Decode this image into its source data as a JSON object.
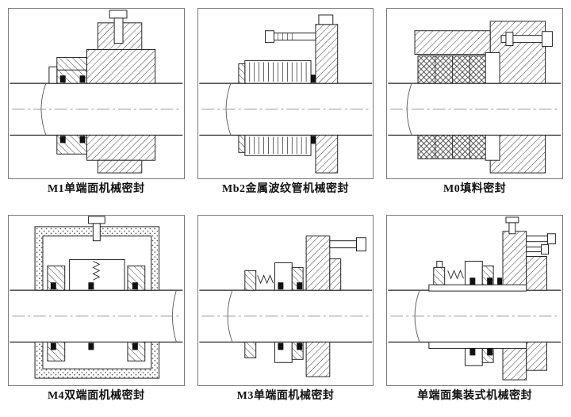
{
  "sheet": {
    "background": "#ffffff",
    "line_color": "#222222",
    "caption_color": "#111111"
  },
  "panels": [
    {
      "caption": "M1单端面机械密封"
    },
    {
      "caption": "Mb2金属波纹管机械密封"
    },
    {
      "caption": "M0填料密封"
    },
    {
      "caption": "M4双端面机械密封"
    },
    {
      "caption": "M3单端面机械密封"
    },
    {
      "caption": "单端面集装式机械密封"
    }
  ]
}
